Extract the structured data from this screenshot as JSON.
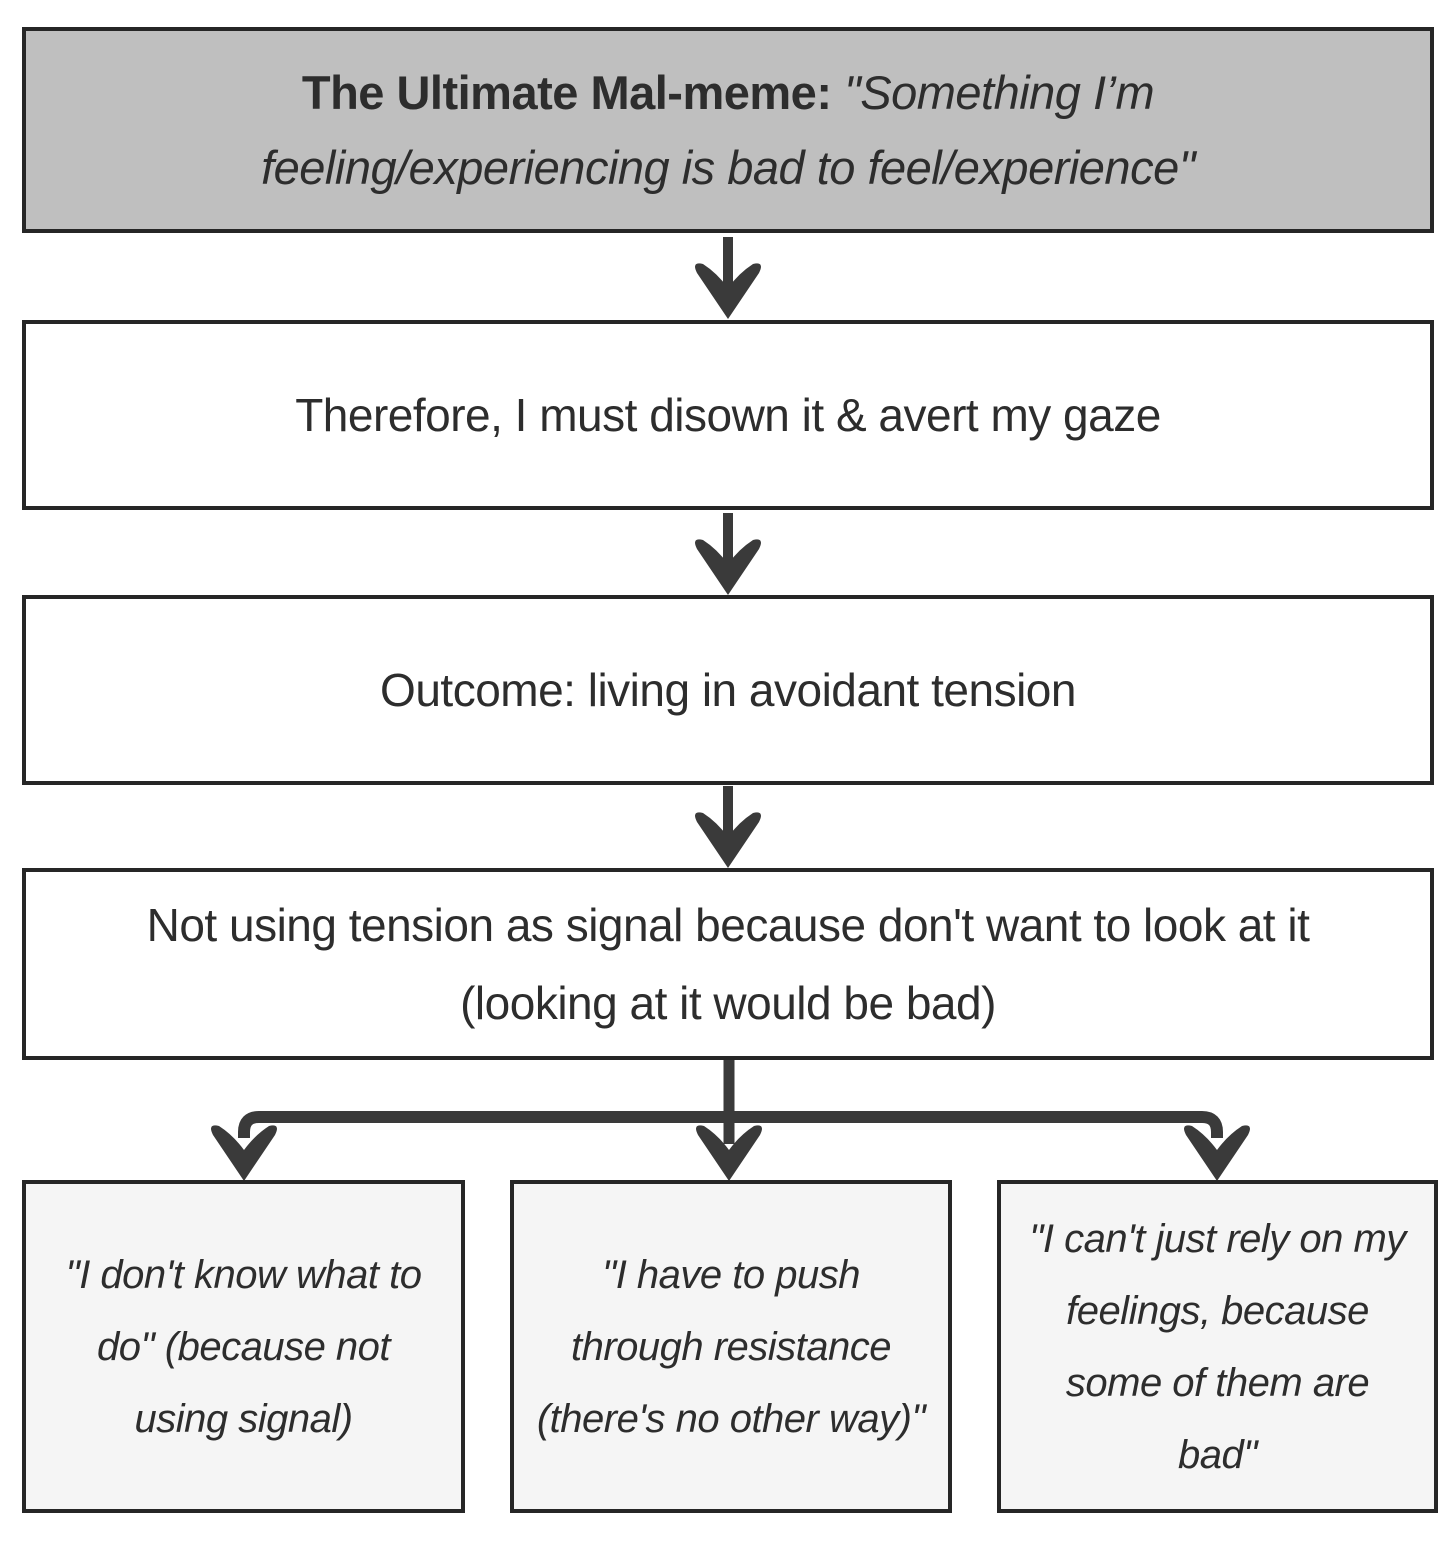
{
  "flowchart": {
    "root": {
      "title_bold": "The Ultimate Mal-meme:",
      "title_quote": "\"Something I’m feeling/experiencing is bad to feel/experience\""
    },
    "steps": [
      "Therefore, I must disown it & avert my gaze",
      "Outcome: living in avoidant tension",
      "Not using tension as signal because don't want to look at it (looking at it would be bad)"
    ],
    "branches": [
      "\"I don't know what to do\" (because not using signal)",
      "\"I have to push through resistance (there's no other way)\"",
      "\"I can't just rely on my feelings, because some of them are bad\""
    ],
    "colors": {
      "root_fill": "#bfbfbf",
      "step_fill": "#ffffff",
      "branch_fill": "#f5f5f5",
      "border": "#262626",
      "arrow": "#3a3a3a",
      "text": "#2d2d2d"
    }
  }
}
